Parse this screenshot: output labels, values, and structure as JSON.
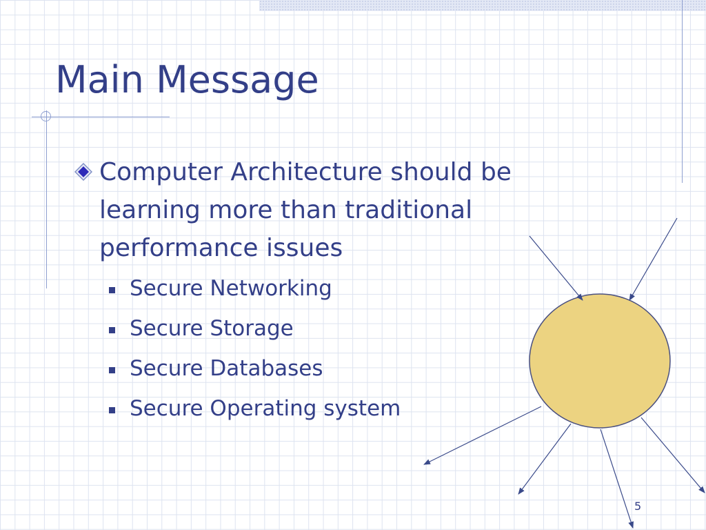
{
  "slide": {
    "title": "Main Message",
    "bullet": "Computer Architecture should be learning more than traditional performance issues",
    "sub_items": [
      "Secure Networking",
      "Secure Storage",
      "Secure Databases",
      "Secure Operating system"
    ],
    "page_number": "5"
  },
  "colors": {
    "text": "#333f88",
    "sun_fill": "#ecd381",
    "grid": "#dde3f0"
  },
  "icons": {
    "main_bullet": "diamond-bullet-icon",
    "sub_bullet": "square-bullet-icon"
  }
}
